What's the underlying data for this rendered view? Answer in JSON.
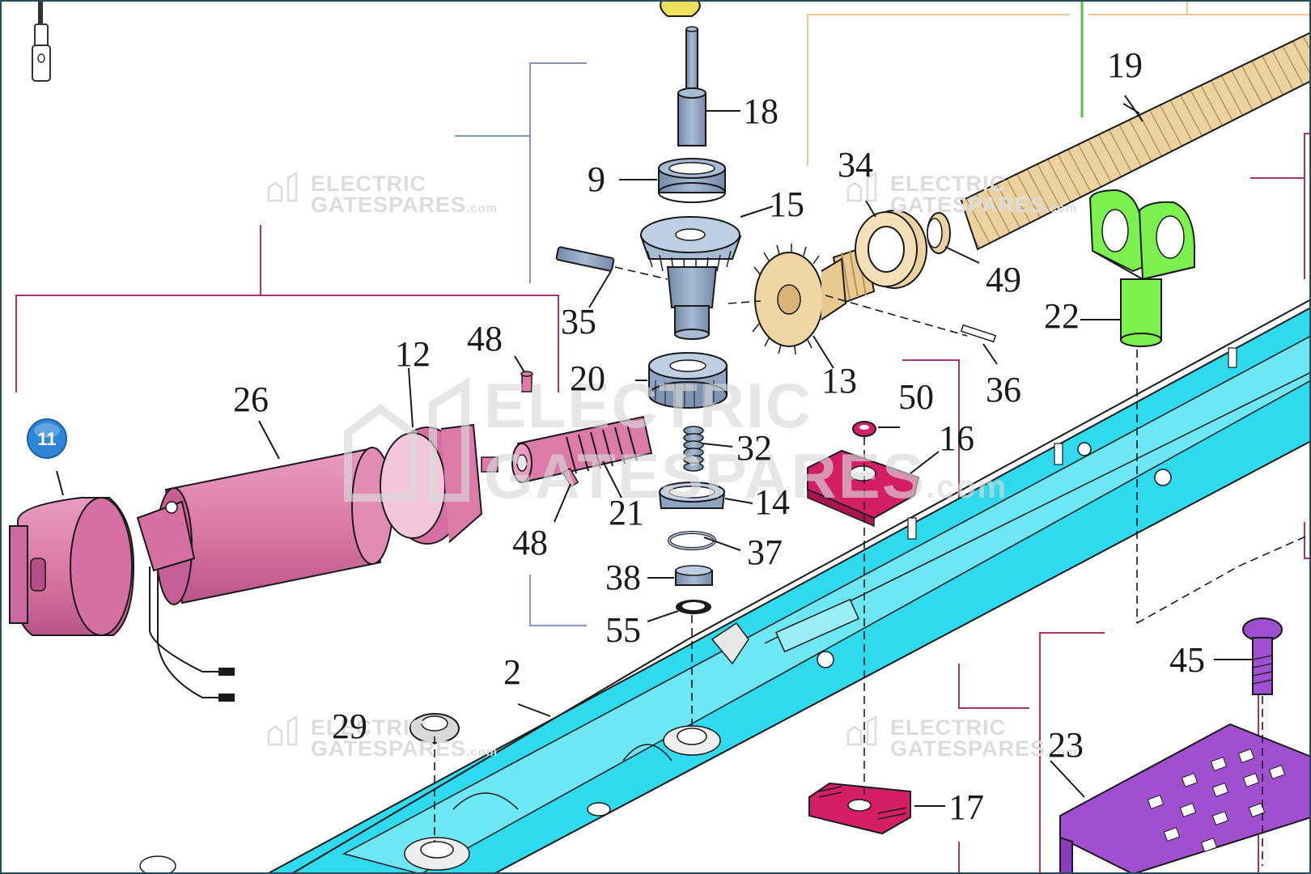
{
  "diagram": {
    "badge": "11",
    "watermark": {
      "line1": "ELECTRIC",
      "line2_part1": "GATE",
      "line2_part2": "SPARES",
      "line2_suffix": ".com"
    },
    "part_labels": {
      "p2": "2",
      "p9": "9",
      "p12": "12",
      "p13": "13",
      "p14": "14",
      "p15": "15",
      "p16": "16",
      "p17": "17",
      "p18": "18",
      "p19": "19",
      "p20": "20",
      "p21": "21",
      "p22": "22",
      "p23": "23",
      "p26": "26",
      "p29": "29",
      "p32": "32",
      "p34": "34",
      "p35": "35",
      "p36": "36",
      "p37": "37",
      "p38": "38",
      "p45": "45",
      "p48a": "48",
      "p48b": "48",
      "p49": "49",
      "p50": "50",
      "p55": "55"
    },
    "colors": {
      "motor": "#dc7aa8",
      "housing": "#2fd9ee",
      "gear": "#e8c990",
      "steel": "#8fa4c0",
      "bracket_green": "#7cf04f",
      "plate_purple": "#a04fd0",
      "slider_red": "#d41e66",
      "bracket_pink": "#a8336e",
      "bracket_blue": "#8497b5",
      "bracket_tan": "#ecc998",
      "badge": "#2e86d6"
    }
  }
}
